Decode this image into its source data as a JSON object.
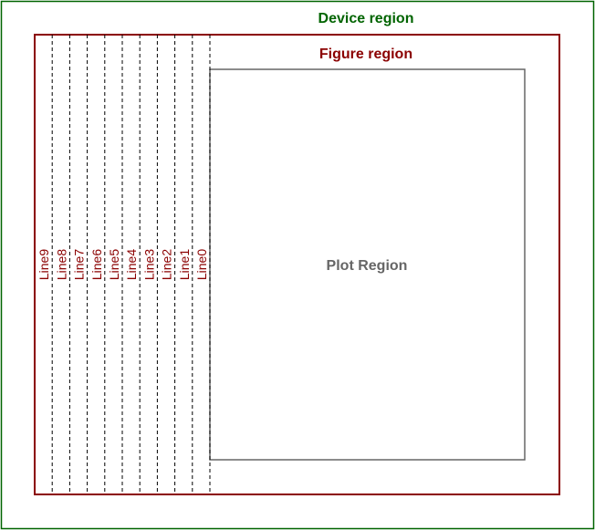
{
  "device_region": {
    "label": "Device region",
    "color": "#006400"
  },
  "figure_region": {
    "label": "Figure region",
    "color": "#8b0000"
  },
  "plot_region": {
    "label": "Plot Region",
    "color": "#666666"
  },
  "margin_lines": {
    "color": "#8b0000",
    "labels": [
      "Line0",
      "Line1",
      "Line2",
      "Line3",
      "Line4",
      "Line5",
      "Line6",
      "Line7",
      "Line8",
      "Line9"
    ]
  }
}
